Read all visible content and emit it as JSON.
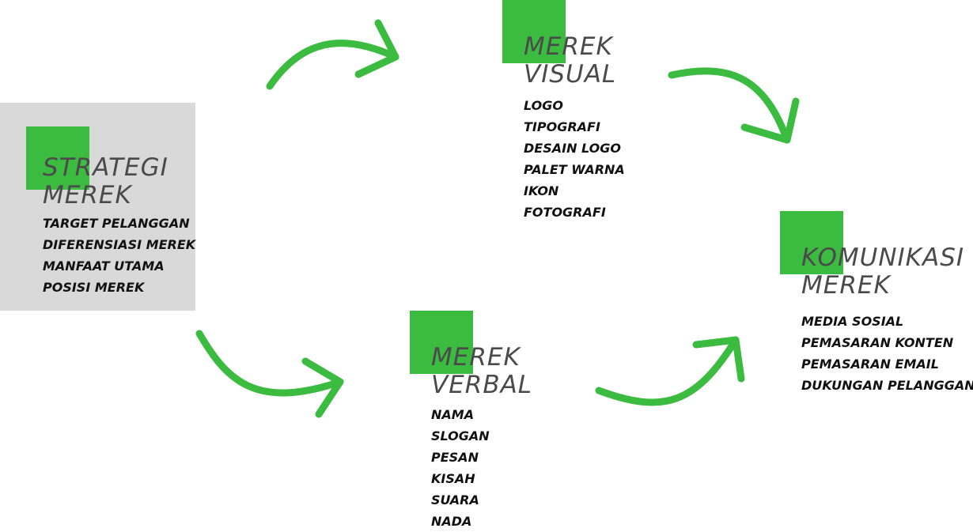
{
  "colors": {
    "accent": "#3bbb3f",
    "panel": "#d9d9d9",
    "title": "#4a4a4a",
    "ink": "#111111"
  },
  "nodes": {
    "strategi": {
      "title_line1": "STRATEGI",
      "title_line2": "MEREK",
      "items": [
        "TARGET PELANGGAN",
        "DIFERENSIASI MEREK",
        "MANFAAT UTAMA",
        "POSISI MEREK"
      ]
    },
    "visual": {
      "title_line1": "MEREK",
      "title_line2": "VISUAL",
      "items": [
        "LOGO",
        "TIPOGRAFI",
        "DESAIN LOGO",
        "PALET WARNA",
        "IKON",
        "FOTOGRAFI"
      ]
    },
    "verbal": {
      "title_line1": "MEREK",
      "title_line2": "VERBAL",
      "items": [
        "NAMA",
        "SLOGAN",
        "PESAN",
        "KISAH",
        "SUARA",
        "NADA"
      ]
    },
    "komunikasi": {
      "title_line1": "KOMUNIKASI",
      "title_line2": "MEREK",
      "items": [
        "MEDIA SOSIAL",
        "PEMASARAN KONTEN",
        "PEMASARAN EMAIL",
        "DUKUNGAN PELANGGAN"
      ]
    }
  }
}
